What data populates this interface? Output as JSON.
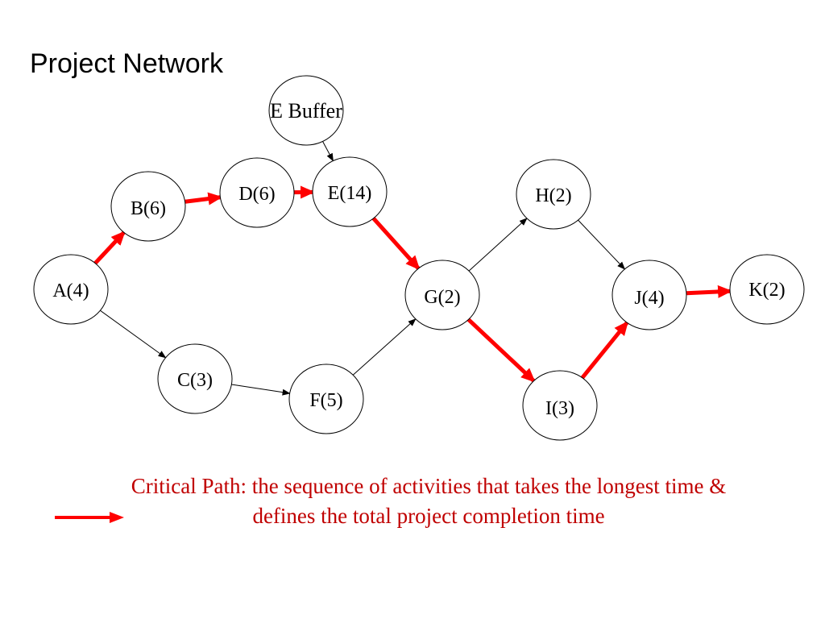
{
  "title": "Project Network",
  "colors": {
    "critical": "#ff0000",
    "normal": "#000000",
    "caption": "#c00000"
  },
  "buffer": {
    "label": "E Buffer"
  },
  "nodes": {
    "A": {
      "label": "A(4)"
    },
    "B": {
      "label": "B(6)"
    },
    "C": {
      "label": "C(3)"
    },
    "D": {
      "label": "D(6)"
    },
    "E": {
      "label": "E(14)"
    },
    "F": {
      "label": "F(5)"
    },
    "G": {
      "label": "G(2)"
    },
    "H": {
      "label": "H(2)"
    },
    "I": {
      "label": "I(3)"
    },
    "J": {
      "label": "J(4)"
    },
    "K": {
      "label": "K(2)"
    }
  },
  "edges": [
    {
      "from": "A",
      "to": "B",
      "critical": true
    },
    {
      "from": "B",
      "to": "D",
      "critical": true
    },
    {
      "from": "D",
      "to": "E",
      "critical": true
    },
    {
      "from": "E",
      "to": "G",
      "critical": true
    },
    {
      "from": "G",
      "to": "I",
      "critical": true
    },
    {
      "from": "I",
      "to": "J",
      "critical": true
    },
    {
      "from": "J",
      "to": "K",
      "critical": true
    },
    {
      "from": "A",
      "to": "C",
      "critical": false
    },
    {
      "from": "C",
      "to": "F",
      "critical": false
    },
    {
      "from": "F",
      "to": "G",
      "critical": false
    },
    {
      "from": "G",
      "to": "H",
      "critical": false
    },
    {
      "from": "H",
      "to": "J",
      "critical": false
    },
    {
      "from": "buffer",
      "to": "E",
      "critical": false
    }
  ],
  "caption": {
    "line1": "Critical Path:  the sequence of activities that takes the longest time &",
    "line2": "defines the total project completion time"
  }
}
